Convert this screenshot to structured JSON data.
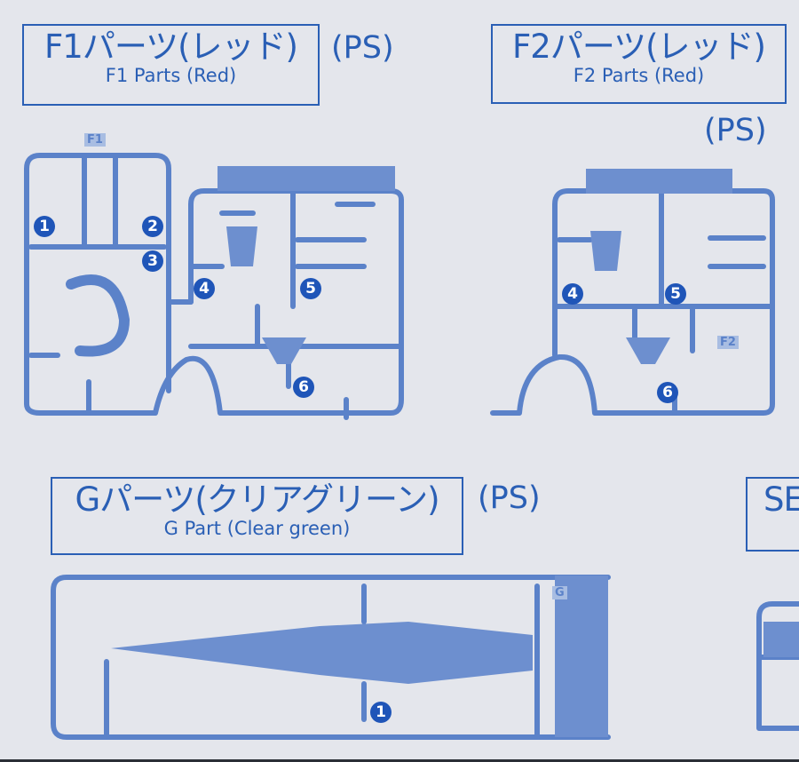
{
  "sections": [
    {
      "id": "F1",
      "title_jp": "F1パーツ(レッド)",
      "title_en": "F1 Parts (Red)",
      "material": "(PS)"
    },
    {
      "id": "F2",
      "title_jp": "F2パーツ(レッド)",
      "title_en": "F2 Parts (Red)",
      "material": "(PS)"
    },
    {
      "id": "G",
      "title_jp": "Gパーツ(クリアグリーン)",
      "title_en": "G Part (Clear green)",
      "material": "(PS)"
    },
    {
      "id": "SE",
      "title_jp": "SE"
    }
  ],
  "runner_tags": {
    "f1": "F1",
    "f2": "F2",
    "g": "G"
  },
  "f1_numbers": [
    "1",
    "2",
    "3",
    "4",
    "5",
    "6"
  ],
  "f2_numbers": [
    "4",
    "5",
    "6"
  ],
  "g_numbers": [
    "1"
  ],
  "colors": {
    "ink": "#2a5fb5",
    "paper": "#e4e6ec",
    "badge": "#1f55b8"
  }
}
